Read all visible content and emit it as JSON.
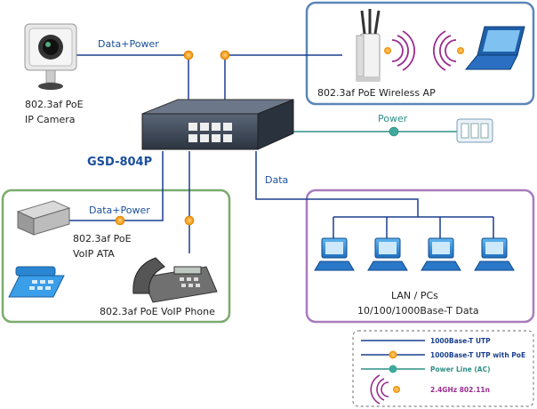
{
  "diagram": {
    "switch_model": "GSD-804P",
    "camera": {
      "line1": "802.3af PoE",
      "line2": "IP Camera"
    },
    "camera_link_label": "Data+Power",
    "wireless_ap": "802.3af PoE Wireless AP",
    "power_link_label": "Power",
    "data_link_label": "Data",
    "ata_link_label": "Data+Power",
    "ata": {
      "line1": "802.3af PoE",
      "line2": "VoIP ATA"
    },
    "phone": "802.3af PoE VoIP Phone",
    "lan": {
      "line1": "LAN / PCs",
      "line2": "10/100/1000Base-T Data"
    }
  },
  "legend": {
    "items": [
      {
        "label": "1000Base-T UTP",
        "color": "#1a3f8f"
      },
      {
        "label": "1000Base-T UTP with PoE",
        "color": "#1a3f8f"
      },
      {
        "label": "Power Line (AC)",
        "color": "#2f8f86"
      },
      {
        "label": "2.4GHz 802.11n",
        "color": "#9b2c8f"
      }
    ]
  },
  "colors": {
    "utp": "#1a3f8f",
    "poe_node": "#f5a623",
    "power_line": "#2f8f86",
    "wireless": "#9b2c8f",
    "ap_box": "#5b86b8",
    "lan_box": "#a97bbd",
    "voip_box": "#7bab6e"
  }
}
